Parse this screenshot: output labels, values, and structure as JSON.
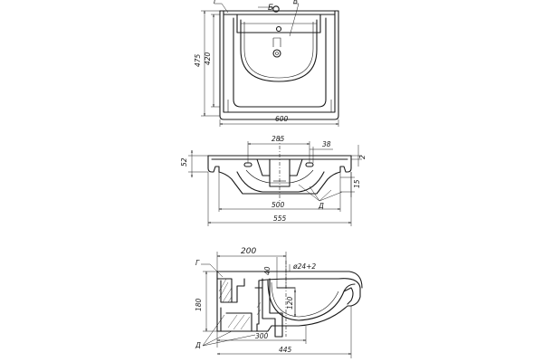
{
  "top_view": {
    "dim_width": "600",
    "dim_height_outer": "475",
    "dim_height_inner": "420",
    "label_g": "Г",
    "label_b": "Б",
    "label_v": "В"
  },
  "front_view": {
    "dim_285": "285",
    "dim_38": "38",
    "dim_52": "52",
    "dim_2": "2",
    "dim_15": "15",
    "dim_500": "500",
    "dim_555": "555",
    "label_d": "Д"
  },
  "side_view": {
    "dim_200": "200",
    "dim_40": "40",
    "dim_hole": "ø24+2",
    "dim_120": "120",
    "dim_180": "180",
    "dim_300": "300",
    "dim_445": "445",
    "label_g": "Г",
    "label_d": "Д"
  }
}
